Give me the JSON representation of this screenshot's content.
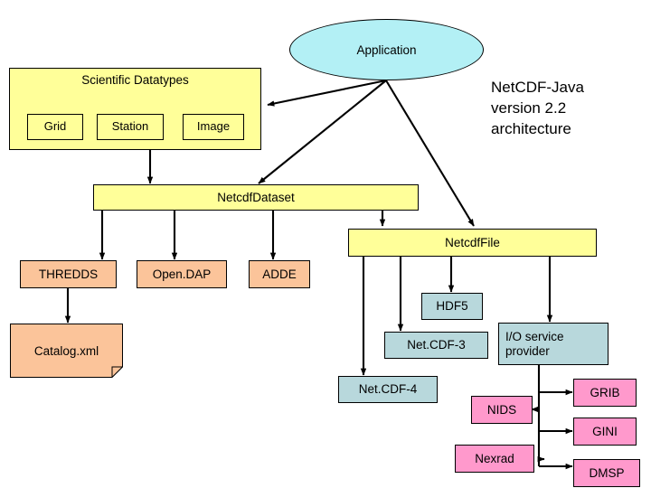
{
  "diagram": {
    "caption": "NetCDF-Java\nversion 2.2\narchitecture",
    "colors": {
      "yellow": "#FFFF99",
      "orange": "#FBC49A",
      "teal": "#B8D8DC",
      "pink": "#FF99CC",
      "cyan": "#B3F0F5",
      "line": "#000000"
    },
    "nodes": {
      "application": "Application",
      "scientific_datatypes": "Scientific Datatypes",
      "grid": "Grid",
      "station": "Station",
      "image": "Image",
      "netcdf_dataset": "NetcdfDataset",
      "netcdf_file": "NetcdfFile",
      "thredds": "THREDDS",
      "opendap": "Open.DAP",
      "adde": "ADDE",
      "catalog_xml": "Catalog.xml",
      "hdf5": "HDF5",
      "netcdf3": "Net.CDF-3",
      "netcdf4": "Net.CDF-4",
      "io_service_provider": "I/O service provider",
      "grib": "GRIB",
      "gini": "GINI",
      "dmsp": "DMSP",
      "nids": "NIDS",
      "nexrad": "Nexrad"
    }
  }
}
